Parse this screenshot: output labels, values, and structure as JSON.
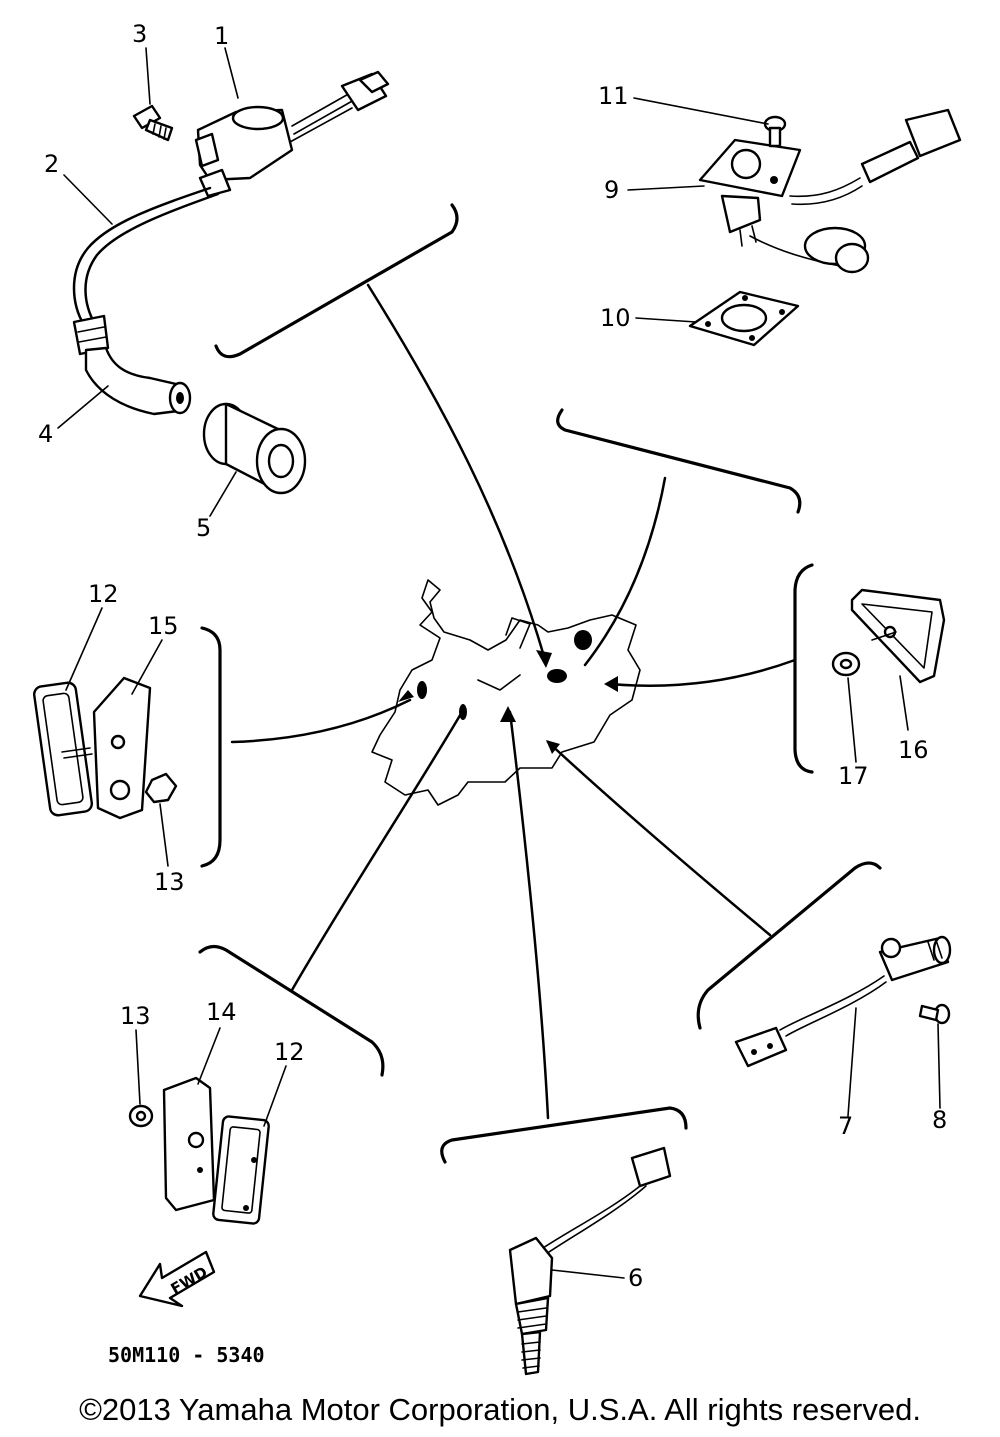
{
  "diagram": {
    "callouts": [
      "1",
      "2",
      "3",
      "4",
      "5",
      "6",
      "7",
      "8",
      "9",
      "10",
      "11",
      "12",
      "12",
      "13",
      "13",
      "14",
      "15",
      "16",
      "17"
    ],
    "drawing_code": "50M110 - 5340",
    "direction_marker": "FWD"
  },
  "footer": {
    "copyright": "©2013 Yamaha Motor Corporation, U.S.A. All rights reserved."
  }
}
